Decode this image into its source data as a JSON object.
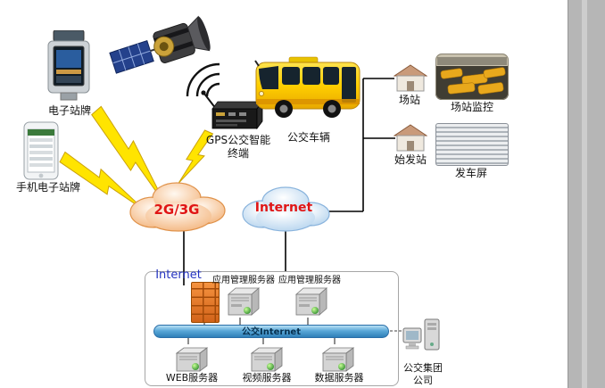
{
  "diagram": {
    "labels": {
      "kiosk": "电子站牌",
      "phone": "手机电子站牌",
      "gps_line1": "GPS公交智能",
      "gps_line2": "终端",
      "bus": "公交车辆",
      "station": "场站",
      "station_monitor": "场站监控",
      "origin_station": "始发站",
      "departure_screen": "发车屏",
      "cloud_mobile": "2G/3G",
      "cloud_internet": "Internet",
      "box_internet": "Internet",
      "app_server_1": "应用管理服务器",
      "app_server_2": "应用管理服务器",
      "bus_internet_bar": "公交Internet",
      "web_server": "WEB服务器",
      "video_server": "视频服务器",
      "data_server": "数据服务器",
      "group_company_line1": "公交集团",
      "group_company_line2": "公司"
    },
    "colors": {
      "cloud_label_text": "#e01515",
      "box_internet_text": "#2433c0",
      "lightning_yellow": "#ffe400",
      "bus_body_yellow": "#ffd000",
      "mobile_cloud_fill": "#f3b57e",
      "internet_cloud_fill": "#b6d4ee",
      "bar_gradient_top": "#b8e0f5",
      "bar_gradient_bottom": "#2f7fb8",
      "firewall_orange": "#e8762b",
      "page_edge_gray": "#b6b6b6"
    },
    "icons": {
      "satellite": "satellite-icon",
      "kiosk": "electronic-stop-kiosk-icon",
      "phone": "mobile-phone-icon",
      "wifi": "radio-signal-icon",
      "gps_terminal": "gps-terminal-icon",
      "bus": "bus-icon",
      "house": "station-house-icon",
      "monitor_photo": "station-monitor-photo",
      "departure_screen": "departure-screen-photo",
      "firewall": "firewall-icon",
      "server": "server-icon",
      "company": "computer-workstation-icon"
    }
  }
}
